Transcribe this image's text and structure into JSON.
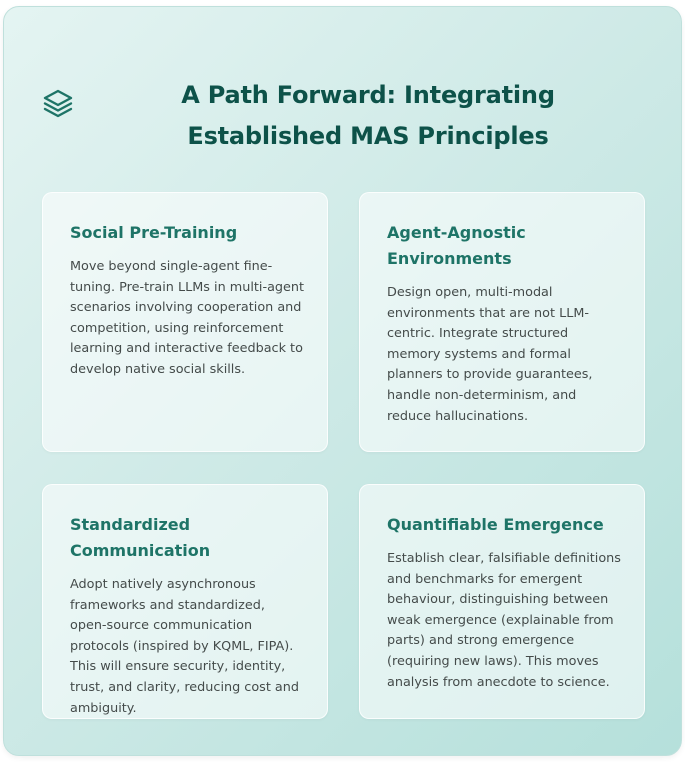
{
  "header": {
    "title": "A Path Forward: Integrating Established MAS Principles",
    "icon": "layers-icon"
  },
  "colors": {
    "accent": "#0d5249",
    "card_title": "#1e7467",
    "body_text": "#444b4a"
  },
  "cards": [
    {
      "title": "Social Pre-Training",
      "body": "Move beyond single-agent fine-tuning. Pre-train LLMs in multi-agent scenarios involving cooperation and competition, using reinforcement learning and interactive feedback to develop native social skills."
    },
    {
      "title": "Agent-Agnostic Environments",
      "body": "Design open, multi-modal environments that are not LLM-centric. Integrate structured memory systems and formal planners to provide guarantees, handle non-determinism, and reduce hallucinations."
    },
    {
      "title": "Standardized Communication",
      "body": "Adopt natively asynchronous frameworks and standardized, open-source communication protocols (inspired by KQML, FIPA). This will ensure security, identity, trust, and clarity, reducing cost and ambiguity."
    },
    {
      "title": "Quantifiable Emergence",
      "body": "Establish clear, falsifiable definitions and benchmarks for emergent behaviour, distinguishing between weak emergence (explainable from parts) and strong emergence (requiring new laws). This moves analysis from anecdote to science."
    }
  ]
}
